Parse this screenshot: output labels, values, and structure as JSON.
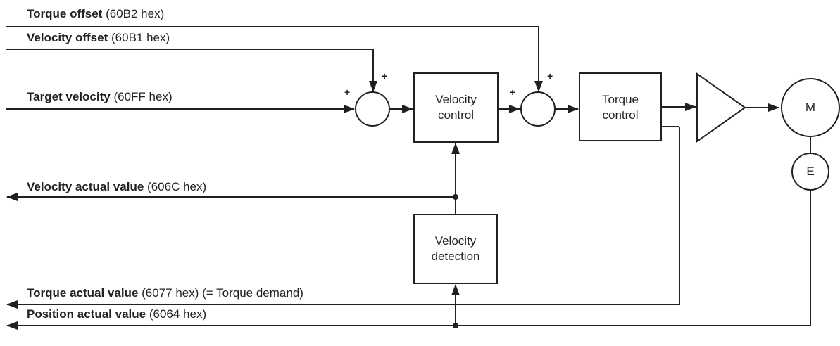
{
  "signals": {
    "torque_offset": {
      "name": "Torque offset",
      "detail": "(60B2 hex)"
    },
    "velocity_offset": {
      "name": "Velocity offset",
      "detail": "(60B1 hex)"
    },
    "target_velocity": {
      "name": "Target velocity",
      "detail": "(60FF hex)"
    },
    "velocity_actual": {
      "name": "Velocity actual value",
      "detail": "(606C hex)"
    },
    "torque_actual": {
      "name": "Torque actual value",
      "detail": "(6077 hex) (= Torque demand)"
    },
    "position_actual": {
      "name": "Position actual value",
      "detail": "(6064 hex)"
    }
  },
  "blocks": {
    "velocity_control": {
      "line1": "Velocity",
      "line2": "control"
    },
    "torque_control": {
      "line1": "Torque",
      "line2": "control"
    },
    "velocity_detection": {
      "line1": "Velocity",
      "line2": "detection"
    }
  },
  "motor_label": "M",
  "encoder_label": "E",
  "plus_sign": "+"
}
